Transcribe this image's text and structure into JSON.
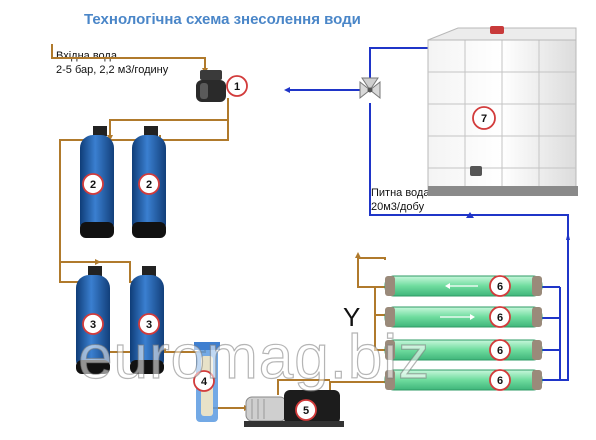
{
  "title": "Технологічна схема знесолення води",
  "inlet": {
    "line1": "Вхідна вода",
    "line2": "2-5 бар, 2,2 м3/годину"
  },
  "outlet": {
    "line1": "Питна вода",
    "line2": "20м3/добу"
  },
  "drain_symbol": "Y",
  "watermark": "euromag.biz",
  "numbers": {
    "filter": "1",
    "tank_a": "2",
    "tank_b": "2",
    "tank_c": "3",
    "tank_d": "3",
    "cartridge": "4",
    "pump": "5",
    "membrane_1": "6",
    "membrane_2": "6",
    "membrane_3": "6",
    "membrane_4": "6",
    "storage": "7"
  },
  "colors": {
    "raw_pipe": "#b07a2c",
    "clean_pipe": "#1f35c8",
    "tank_blue": "#1f5ea8",
    "membrane": "#86e8b0",
    "badge": "#d23b3b",
    "title": "#4a86c8"
  }
}
